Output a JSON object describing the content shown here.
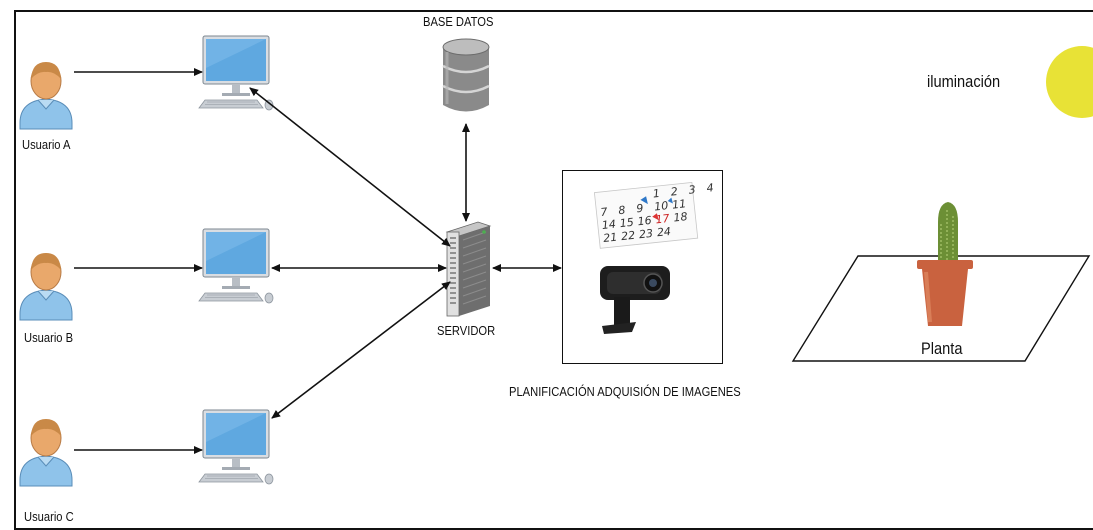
{
  "users": [
    {
      "label": "Usuario A"
    },
    {
      "label": "Usuario B"
    },
    {
      "label": "Usuario C"
    }
  ],
  "database": {
    "label": "BASE DATOS"
  },
  "server": {
    "label": "SERVIDOR"
  },
  "planning": {
    "label": "PLANIFICACIÓN ADQUISIÓN DE IMAGENES",
    "calendar_numbers": [
      "1",
      "2",
      "3",
      "4",
      "7",
      "8",
      "9",
      "10",
      "11",
      "14",
      "15",
      "16",
      "17",
      "18",
      "21",
      "22",
      "23",
      "24"
    ]
  },
  "lighting": {
    "label": "iluminación",
    "color": "#e8e236"
  },
  "plant": {
    "label": "Planta"
  },
  "colors": {
    "user_skin": "#e9a86b",
    "user_shirt": "#8fc3ea",
    "monitor_screen": "#5fa8e0",
    "pot": "#c9623f",
    "cactus": "#6c8f35",
    "server_body": "#9a9a9a"
  }
}
